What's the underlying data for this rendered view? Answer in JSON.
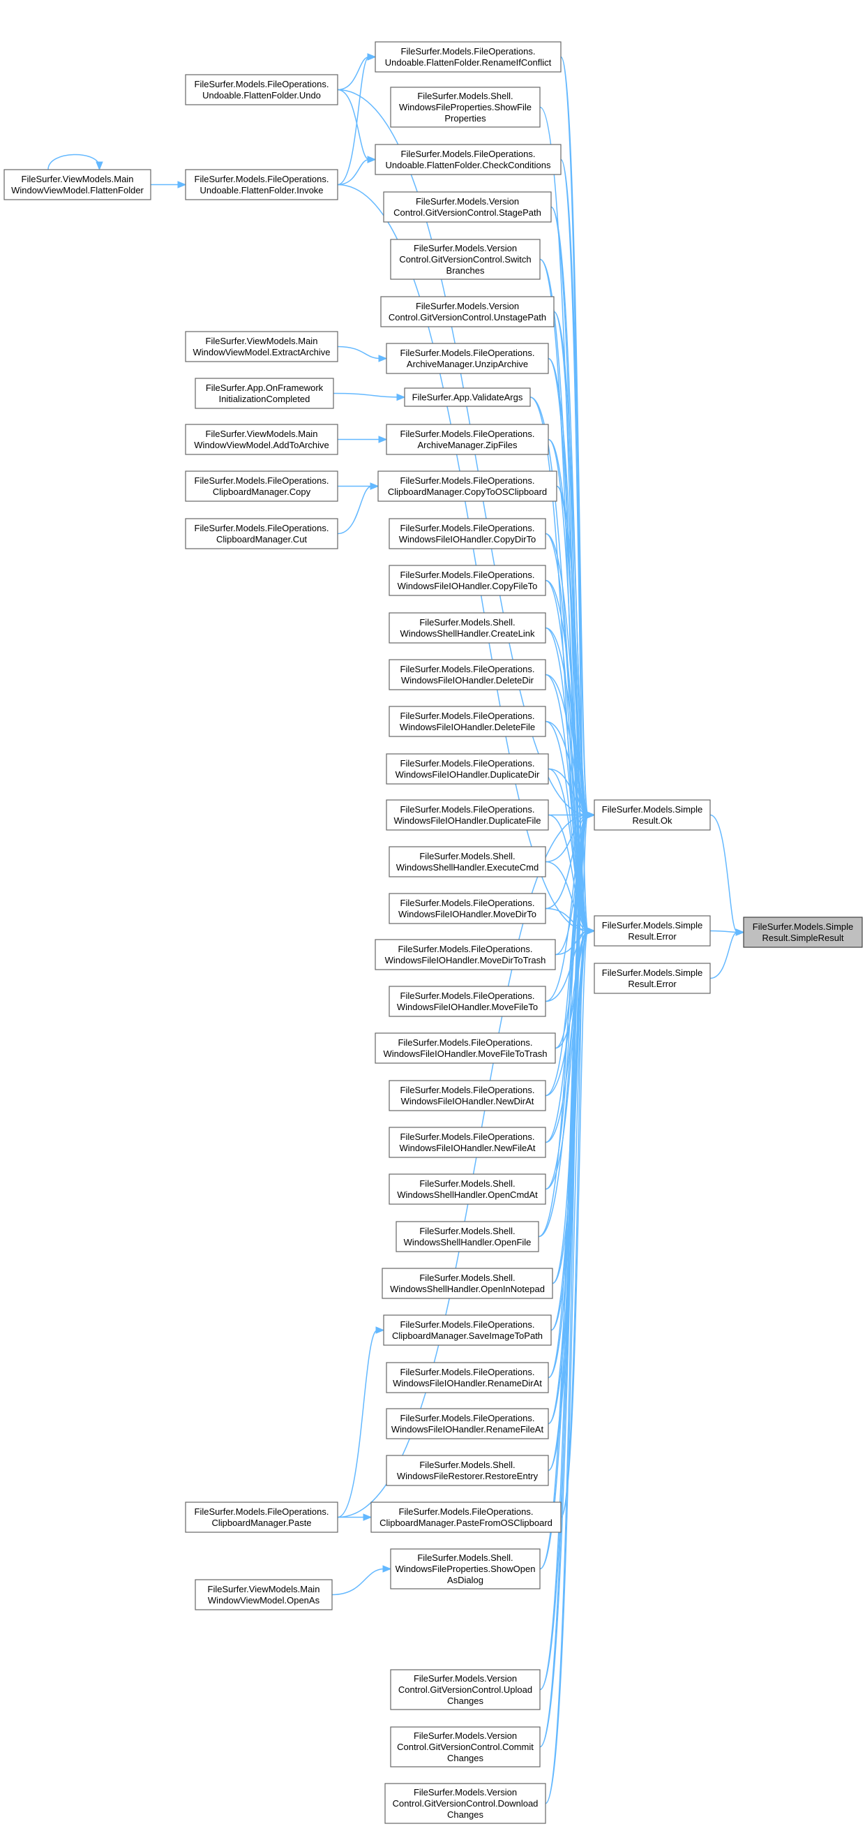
{
  "diagram": {
    "nodes": [
      {
        "id": "target",
        "lines": [
          "FileSurfer.Models.Simple",
          "Result.SimpleResult"
        ],
        "highlight": true
      },
      {
        "id": "ok",
        "lines": [
          "FileSurfer.Models.Simple",
          "Result.Ok"
        ]
      },
      {
        "id": "err1",
        "lines": [
          "FileSurfer.Models.Simple",
          "Result.Error"
        ]
      },
      {
        "id": "err2",
        "lines": [
          "FileSurfer.Models.Simple",
          "Result.Error"
        ]
      },
      {
        "id": "renameIfConflict",
        "lines": [
          "FileSurfer.Models.FileOperations.",
          "Undoable.FlattenFolder.RenameIfConflict"
        ]
      },
      {
        "id": "showFileProps",
        "lines": [
          "FileSurfer.Models.Shell.",
          "WindowsFileProperties.ShowFile",
          "Properties"
        ]
      },
      {
        "id": "checkConditions",
        "lines": [
          "FileSurfer.Models.FileOperations.",
          "Undoable.FlattenFolder.CheckConditions"
        ]
      },
      {
        "id": "stagePath",
        "lines": [
          "FileSurfer.Models.Version",
          "Control.GitVersionControl.StagePath"
        ]
      },
      {
        "id": "switchBranches",
        "lines": [
          "FileSurfer.Models.Version",
          "Control.GitVersionControl.Switch",
          "Branches"
        ]
      },
      {
        "id": "unstagePath",
        "lines": [
          "FileSurfer.Models.Version",
          "Control.GitVersionControl.UnstagePath"
        ]
      },
      {
        "id": "unzipArchive",
        "lines": [
          "FileSurfer.Models.FileOperations.",
          "ArchiveManager.UnzipArchive"
        ]
      },
      {
        "id": "validateArgs",
        "lines": [
          "FileSurfer.App.ValidateArgs"
        ]
      },
      {
        "id": "zipFiles",
        "lines": [
          "FileSurfer.Models.FileOperations.",
          "ArchiveManager.ZipFiles"
        ]
      },
      {
        "id": "copyToOS",
        "lines": [
          "FileSurfer.Models.FileOperations.",
          "ClipboardManager.CopyToOSClipboard"
        ]
      },
      {
        "id": "copyDirTo",
        "lines": [
          "FileSurfer.Models.FileOperations.",
          "WindowsFileIOHandler.CopyDirTo"
        ]
      },
      {
        "id": "copyFileTo",
        "lines": [
          "FileSurfer.Models.FileOperations.",
          "WindowsFileIOHandler.CopyFileTo"
        ]
      },
      {
        "id": "createLink",
        "lines": [
          "FileSurfer.Models.Shell.",
          "WindowsShellHandler.CreateLink"
        ]
      },
      {
        "id": "deleteDir",
        "lines": [
          "FileSurfer.Models.FileOperations.",
          "WindowsFileIOHandler.DeleteDir"
        ]
      },
      {
        "id": "deleteFile",
        "lines": [
          "FileSurfer.Models.FileOperations.",
          "WindowsFileIOHandler.DeleteFile"
        ]
      },
      {
        "id": "duplicateDir",
        "lines": [
          "FileSurfer.Models.FileOperations.",
          "WindowsFileIOHandler.DuplicateDir"
        ]
      },
      {
        "id": "duplicateFile",
        "lines": [
          "FileSurfer.Models.FileOperations.",
          "WindowsFileIOHandler.DuplicateFile"
        ]
      },
      {
        "id": "executeCmd",
        "lines": [
          "FileSurfer.Models.Shell.",
          "WindowsShellHandler.ExecuteCmd"
        ]
      },
      {
        "id": "moveDirTo",
        "lines": [
          "FileSurfer.Models.FileOperations.",
          "WindowsFileIOHandler.MoveDirTo"
        ]
      },
      {
        "id": "moveDirToTrash",
        "lines": [
          "FileSurfer.Models.FileOperations.",
          "WindowsFileIOHandler.MoveDirToTrash"
        ]
      },
      {
        "id": "moveFileTo",
        "lines": [
          "FileSurfer.Models.FileOperations.",
          "WindowsFileIOHandler.MoveFileTo"
        ]
      },
      {
        "id": "moveFileToTrash",
        "lines": [
          "FileSurfer.Models.FileOperations.",
          "WindowsFileIOHandler.MoveFileToTrash"
        ]
      },
      {
        "id": "newDirAt",
        "lines": [
          "FileSurfer.Models.FileOperations.",
          "WindowsFileIOHandler.NewDirAt"
        ]
      },
      {
        "id": "newFileAt",
        "lines": [
          "FileSurfer.Models.FileOperations.",
          "WindowsFileIOHandler.NewFileAt"
        ]
      },
      {
        "id": "openCmdAt",
        "lines": [
          "FileSurfer.Models.Shell.",
          "WindowsShellHandler.OpenCmdAt"
        ]
      },
      {
        "id": "openFile",
        "lines": [
          "FileSurfer.Models.Shell.",
          "WindowsShellHandler.OpenFile"
        ]
      },
      {
        "id": "openInNotepad",
        "lines": [
          "FileSurfer.Models.Shell.",
          "WindowsShellHandler.OpenInNotepad"
        ]
      },
      {
        "id": "saveImageToPath",
        "lines": [
          "FileSurfer.Models.FileOperations.",
          "ClipboardManager.SaveImageToPath"
        ]
      },
      {
        "id": "renameDirAt",
        "lines": [
          "FileSurfer.Models.FileOperations.",
          "WindowsFileIOHandler.RenameDirAt"
        ]
      },
      {
        "id": "renameFileAt",
        "lines": [
          "FileSurfer.Models.FileOperations.",
          "WindowsFileIOHandler.RenameFileAt"
        ]
      },
      {
        "id": "restoreEntry",
        "lines": [
          "FileSurfer.Models.Shell.",
          "WindowsFileRestorer.RestoreEntry"
        ]
      },
      {
        "id": "pasteFromOS",
        "lines": [
          "FileSurfer.Models.FileOperations.",
          "ClipboardManager.PasteFromOSClipboard"
        ]
      },
      {
        "id": "showOpenAs",
        "lines": [
          "FileSurfer.Models.Shell.",
          "WindowsFileProperties.ShowOpen",
          "AsDialog"
        ]
      },
      {
        "id": "uploadChanges",
        "lines": [
          "FileSurfer.Models.Version",
          "Control.GitVersionControl.Upload",
          "Changes"
        ]
      },
      {
        "id": "commitChanges",
        "lines": [
          "FileSurfer.Models.Version",
          "Control.GitVersionControl.Commit",
          "Changes"
        ]
      },
      {
        "id": "downloadChanges",
        "lines": [
          "FileSurfer.Models.Version",
          "Control.GitVersionControl.Download",
          "Changes"
        ]
      },
      {
        "id": "undo",
        "lines": [
          "FileSurfer.Models.FileOperations.",
          "Undoable.FlattenFolder.Undo"
        ]
      },
      {
        "id": "invoke",
        "lines": [
          "FileSurfer.Models.FileOperations.",
          "Undoable.FlattenFolder.Invoke"
        ]
      },
      {
        "id": "mainFlatten",
        "lines": [
          "FileSurfer.ViewModels.Main",
          "WindowViewModel.FlattenFolder"
        ]
      },
      {
        "id": "extractArchive",
        "lines": [
          "FileSurfer.ViewModels.Main",
          "WindowViewModel.ExtractArchive"
        ]
      },
      {
        "id": "onFramework",
        "lines": [
          "FileSurfer.App.OnFramework",
          "InitializationCompleted"
        ]
      },
      {
        "id": "addToArchive",
        "lines": [
          "FileSurfer.ViewModels.Main",
          "WindowViewModel.AddToArchive"
        ]
      },
      {
        "id": "cbCopy",
        "lines": [
          "FileSurfer.Models.FileOperations.",
          "ClipboardManager.Copy"
        ]
      },
      {
        "id": "cbCut",
        "lines": [
          "FileSurfer.Models.FileOperations.",
          "ClipboardManager.Cut"
        ]
      },
      {
        "id": "cbPaste",
        "lines": [
          "FileSurfer.Models.FileOperations.",
          "ClipboardManager.Paste"
        ]
      },
      {
        "id": "openAs",
        "lines": [
          "FileSurfer.ViewModels.Main",
          "WindowViewModel.OpenAs"
        ]
      }
    ],
    "edges": [
      [
        "ok",
        "target"
      ],
      [
        "err1",
        "target"
      ],
      [
        "err2",
        "target"
      ],
      [
        "renameIfConflict",
        "ok"
      ],
      [
        "showFileProps",
        "ok"
      ],
      [
        "checkConditions",
        "ok"
      ],
      [
        "stagePath",
        "ok"
      ],
      [
        "switchBranches",
        "ok"
      ],
      [
        "unstagePath",
        "ok"
      ],
      [
        "unzipArchive",
        "ok"
      ],
      [
        "validateArgs",
        "ok"
      ],
      [
        "zipFiles",
        "ok"
      ],
      [
        "copyToOS",
        "ok"
      ],
      [
        "copyDirTo",
        "ok"
      ],
      [
        "copyFileTo",
        "ok"
      ],
      [
        "createLink",
        "ok"
      ],
      [
        "deleteDir",
        "ok"
      ],
      [
        "deleteFile",
        "ok"
      ],
      [
        "duplicateDir",
        "ok"
      ],
      [
        "duplicateFile",
        "ok"
      ],
      [
        "executeCmd",
        "ok"
      ],
      [
        "moveDirTo",
        "ok"
      ],
      [
        "moveDirToTrash",
        "ok"
      ],
      [
        "moveFileTo",
        "ok"
      ],
      [
        "moveFileToTrash",
        "ok"
      ],
      [
        "newDirAt",
        "ok"
      ],
      [
        "newFileAt",
        "ok"
      ],
      [
        "openCmdAt",
        "ok"
      ],
      [
        "openFile",
        "ok"
      ],
      [
        "openInNotepad",
        "ok"
      ],
      [
        "saveImageToPath",
        "ok"
      ],
      [
        "renameDirAt",
        "ok"
      ],
      [
        "renameFileAt",
        "ok"
      ],
      [
        "restoreEntry",
        "ok"
      ],
      [
        "pasteFromOS",
        "ok"
      ],
      [
        "showOpenAs",
        "ok"
      ],
      [
        "uploadChanges",
        "ok"
      ],
      [
        "commitChanges",
        "ok"
      ],
      [
        "downloadChanges",
        "ok"
      ],
      [
        "undo",
        "ok"
      ],
      [
        "cbPaste",
        "ok"
      ],
      [
        "renameIfConflict",
        "err1"
      ],
      [
        "checkConditions",
        "err1"
      ],
      [
        "stagePath",
        "err1"
      ],
      [
        "switchBranches",
        "err1"
      ],
      [
        "unstagePath",
        "err1"
      ],
      [
        "unzipArchive",
        "err1"
      ],
      [
        "validateArgs",
        "err1"
      ],
      [
        "zipFiles",
        "err1"
      ],
      [
        "copyToOS",
        "err1"
      ],
      [
        "copyDirTo",
        "err1"
      ],
      [
        "copyFileTo",
        "err1"
      ],
      [
        "createLink",
        "err1"
      ],
      [
        "deleteDir",
        "err1"
      ],
      [
        "deleteFile",
        "err1"
      ],
      [
        "duplicateDir",
        "err1"
      ],
      [
        "duplicateFile",
        "err1"
      ],
      [
        "executeCmd",
        "err1"
      ],
      [
        "moveDirTo",
        "err1"
      ],
      [
        "moveDirToTrash",
        "err1"
      ],
      [
        "moveFileTo",
        "err1"
      ],
      [
        "moveFileToTrash",
        "err1"
      ],
      [
        "newDirAt",
        "err1"
      ],
      [
        "newFileAt",
        "err1"
      ],
      [
        "openCmdAt",
        "err1"
      ],
      [
        "openFile",
        "err1"
      ],
      [
        "openInNotepad",
        "err1"
      ],
      [
        "saveImageToPath",
        "err1"
      ],
      [
        "renameDirAt",
        "err1"
      ],
      [
        "renameFileAt",
        "err1"
      ],
      [
        "restoreEntry",
        "err1"
      ],
      [
        "pasteFromOS",
        "err1"
      ],
      [
        "showOpenAs",
        "err1"
      ],
      [
        "uploadChanges",
        "err1"
      ],
      [
        "commitChanges",
        "err1"
      ],
      [
        "downloadChanges",
        "err1"
      ],
      [
        "invoke",
        "err1"
      ],
      [
        "undo",
        "renameIfConflict"
      ],
      [
        "invoke",
        "renameIfConflict"
      ],
      [
        "undo",
        "checkConditions"
      ],
      [
        "invoke",
        "checkConditions"
      ],
      [
        "mainFlatten",
        "invoke"
      ],
      [
        "mainFlatten",
        "mainFlatten"
      ],
      [
        "extractArchive",
        "unzipArchive"
      ],
      [
        "onFramework",
        "validateArgs"
      ],
      [
        "addToArchive",
        "zipFiles"
      ],
      [
        "cbCopy",
        "copyToOS"
      ],
      [
        "cbCut",
        "copyToOS"
      ],
      [
        "cbPaste",
        "saveImageToPath"
      ],
      [
        "cbPaste",
        "pasteFromOS"
      ],
      [
        "openAs",
        "showOpenAs"
      ]
    ],
    "colors": {
      "edge": "#63b8ff",
      "node_border": "#666666",
      "highlight_fill": "#bfbfbf"
    }
  }
}
